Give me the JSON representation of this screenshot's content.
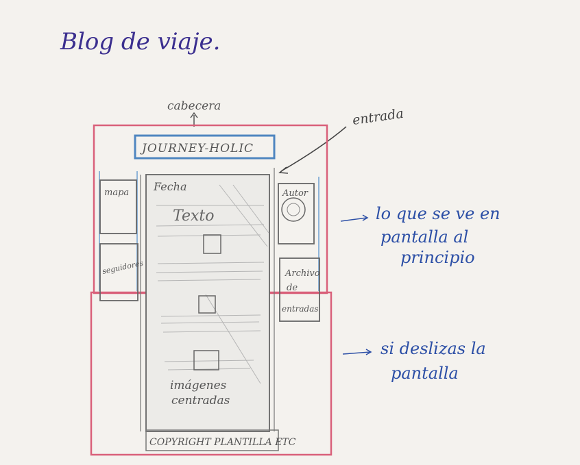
{
  "title": "Blog de viaje.",
  "labels": {
    "cabecera": "cabecera",
    "header_logo": "JOURNEY-HOLIC",
    "entrada": "entrada",
    "mapa": "mapa",
    "fecha": "Fecha",
    "texto": "Texto",
    "autor": "Autor",
    "seguidores": "seguidores",
    "archivo_line1": "Archivo",
    "archivo_line2": "de",
    "archivo_line3": "entradas",
    "imagenes_line1": "imágenes",
    "imagenes_line2": "centradas",
    "footer": "COPYRIGHT PLANTILLA ETC"
  },
  "notes": {
    "screen_line1": "lo que se ve en",
    "screen_line2": "pantalla al",
    "screen_line3": "principio",
    "scroll_line1": "si deslizas la",
    "scroll_line2": "pantalla"
  },
  "colors": {
    "paper": "#f4f2ee",
    "pencil": "#6f6f6f",
    "red_pencil": "#d9607a",
    "blue_pencil": "#8fb4d8",
    "blue_ink": "#2c4fa6",
    "purple_ink": "#3b2f8f"
  }
}
